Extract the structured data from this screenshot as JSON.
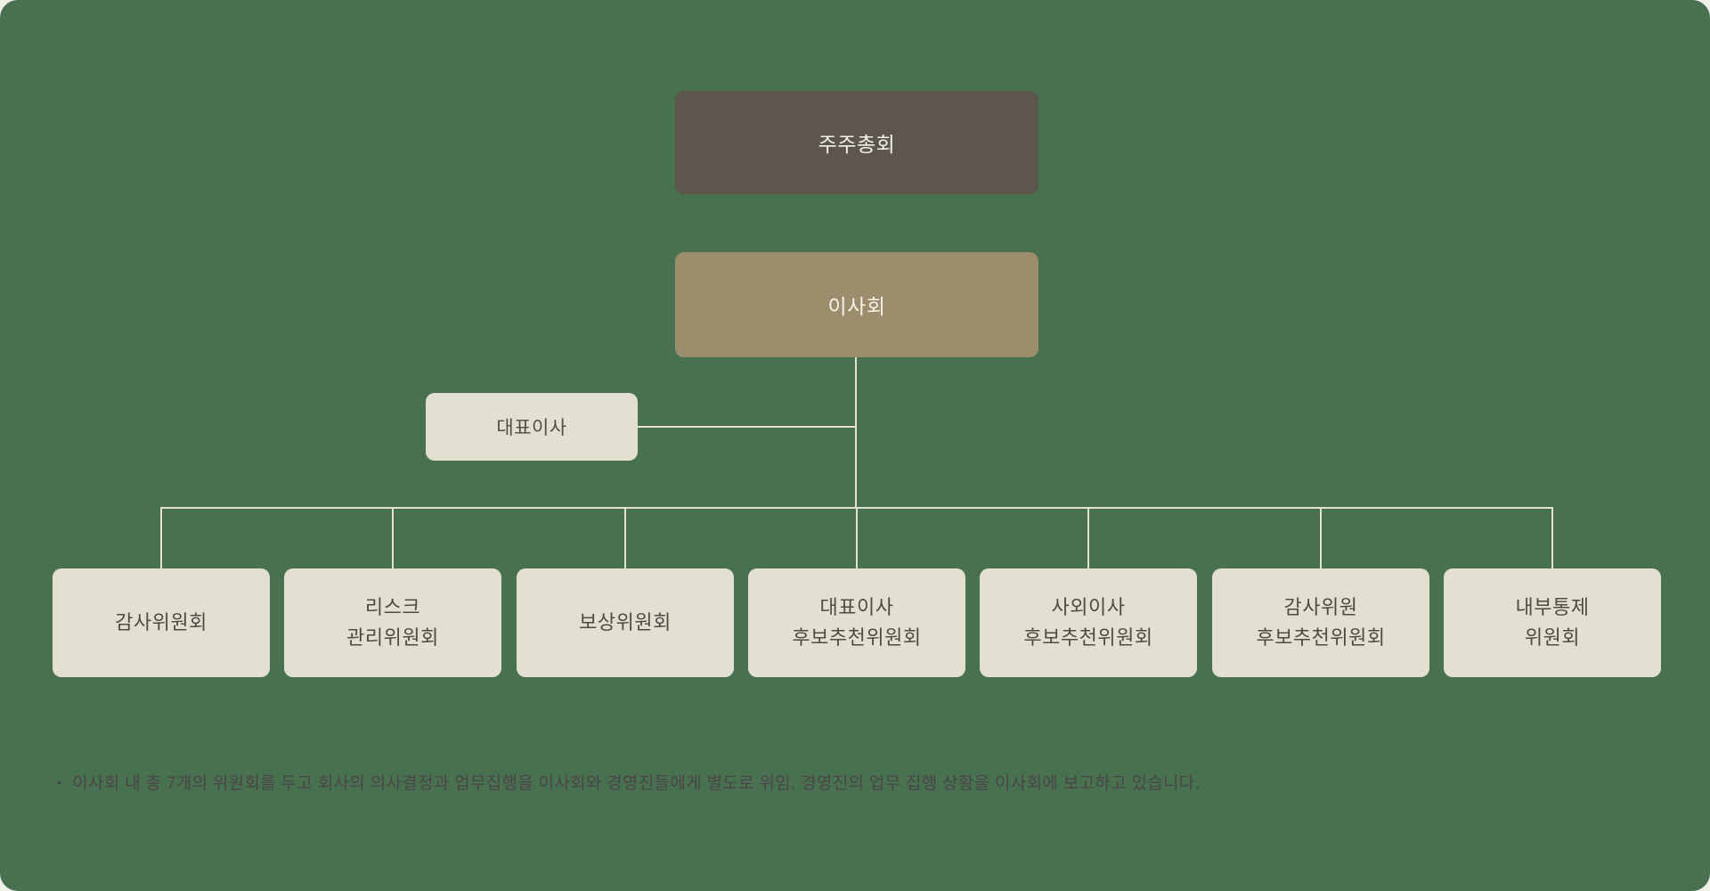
{
  "org_chart": {
    "root": {
      "label": "주주총회"
    },
    "board": {
      "label": "이사회"
    },
    "ceo": {
      "label": "대표이사"
    },
    "committees": [
      {
        "label": "감사위원회"
      },
      {
        "label": "리스크\n관리위원회"
      },
      {
        "label": "보상위원회"
      },
      {
        "label": "대표이사\n후보추천위원회"
      },
      {
        "label": "사외이사\n후보추천위원회"
      },
      {
        "label": "감사위원\n후보추천위원회"
      },
      {
        "label": "내부통제\n위원회"
      }
    ]
  },
  "footnote": {
    "bullet": "•",
    "text": "이사회 내 총 7개의 위원회를 두고 회사의 의사결정과 업무집행을 이사회와 경영진들에게 별도로 위임, 경영진의 업무 집행 상황을 이사회에 보고하고 있습니다."
  },
  "colors": {
    "canvas_background": "#48714F",
    "page_background": "#F0EFEA",
    "root_node": "#5D564C",
    "board_node": "#9C8D6D",
    "light_node": "#E3E0D2",
    "light_node_text": "#4F4B44",
    "dark_node_text": "#F2EFE6",
    "connector_line": "#E4E1D4",
    "footnote_text": "#4B4549"
  }
}
